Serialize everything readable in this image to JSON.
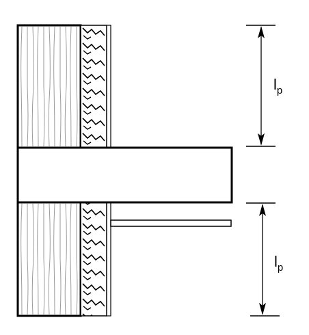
{
  "dimensions": {
    "top": {
      "symbol": "l",
      "subscript": "p"
    },
    "bottom": {
      "symbol": "l",
      "subscript": "p"
    }
  },
  "colors": {
    "line": "#000000",
    "wood_grain": "#9a9a9a",
    "background": "#ffffff"
  }
}
